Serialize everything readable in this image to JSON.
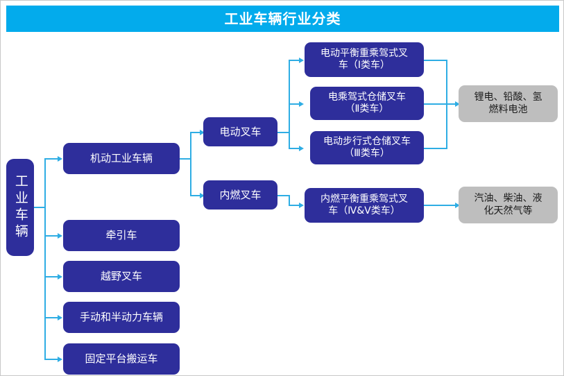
{
  "header": {
    "title": "工业车辆行业分类",
    "bar_color": "#03ABEC",
    "text_color": "#FFFFFF"
  },
  "theme": {
    "node_blue": "#2E2E9B",
    "node_gray": "#BEBEBE",
    "connector": "#2EADE4",
    "background": "#FFFFFF"
  },
  "diagram": {
    "type": "tree-classification",
    "root": {
      "label": "工业车辆",
      "orientation": "vertical"
    },
    "level1": [
      {
        "label": "机动工业车辆"
      },
      {
        "label": "牵引车"
      },
      {
        "label": "越野叉车"
      },
      {
        "label": "手动和半动力车辆"
      },
      {
        "label": "固定平台搬运车"
      }
    ],
    "level2": [
      {
        "label": "电动叉车"
      },
      {
        "label": "内燃叉车"
      }
    ],
    "level3": [
      {
        "label": "电动平衡重乘驾式叉\n车（Ⅰ类车）"
      },
      {
        "label": "电乘驾式仓储叉车\n（Ⅱ类车）"
      },
      {
        "label": "电动步行式仓储叉车\n（Ⅲ类车）"
      },
      {
        "label": "内燃平衡重乘驾式叉\n车（Ⅳ&Ⅴ类车）"
      }
    ],
    "level4": [
      {
        "label": "锂电、铅酸、氢\n燃料电池"
      },
      {
        "label": "汽油、柴油、液\n化天然气等"
      }
    ]
  }
}
